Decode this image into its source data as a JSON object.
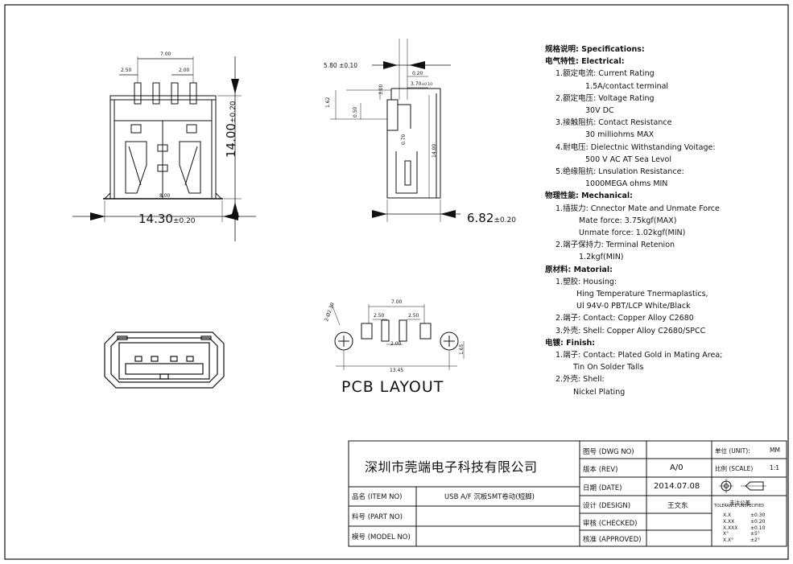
{
  "dims": {
    "front_top_700": "7.00",
    "front_250": "2.50",
    "front_200": "2.00",
    "front_height": "14.00",
    "front_height_tol": "±0.20",
    "front_width": "14.30",
    "front_width_tol": "±0.20",
    "front_inner_800": "8.00",
    "side_580": "5.80 ±0.10",
    "side_020": "0.20",
    "side_370": "3.70",
    "side_370_tol": "±0.10",
    "side_162": "1.62",
    "side_300": "3.00",
    "side_070": "0.70",
    "side_1400": "14.00",
    "side_050": "0.50",
    "side_depth": "6.82",
    "side_depth_tol": "±0.20",
    "pcb_700": "7.00",
    "pcb_250a": "2.50",
    "pcb_250b": "2.50",
    "pcb_hole": "2-Ø2.30",
    "pcb_200": "2.00",
    "pcb_165": "1.65",
    "pcb_1345": "13.45"
  },
  "pcb_title": "PCB LAYOUT",
  "specs": [
    {
      "text": "规格说明: Specifications:",
      "cls": "h"
    },
    {
      "text": "电气特性: Electrical:",
      "cls": "h"
    },
    {
      "text": "1.额定电流: Current Rating",
      "cls": "l2"
    },
    {
      "text": "1.5A/contact terminal",
      "cls": "l3"
    },
    {
      "text": "2.额定电压: Voltage Rating",
      "cls": "l2"
    },
    {
      "text": "30V DC",
      "cls": "l3"
    },
    {
      "text": "3.接触阻抗: Contact Resistance",
      "cls": "l2"
    },
    {
      "text": "30 milliohms MAX",
      "cls": "l3"
    },
    {
      "text": "4.耐电压: Dielectnic Withstanding Voitage:",
      "cls": "l2"
    },
    {
      "text": "500 V AC AT Sea Levol",
      "cls": "l3"
    },
    {
      "text": "5.绝缘阻抗: Lnsulation Resistance:",
      "cls": "l2"
    },
    {
      "text": "1000MEGA ohms MIN",
      "cls": "l3"
    },
    {
      "text": "物理性能: Mechanical:",
      "cls": "h"
    },
    {
      "text": "1.插拔力: Cnnector Mate and Unmate Force",
      "cls": "l2"
    },
    {
      "text": "Mate force: 3.75kgf(MAX)",
      "cls": "l3b"
    },
    {
      "text": "Unmate force: 1.02kgf(MIN)",
      "cls": "l3b"
    },
    {
      "text": "2.端子保持力: Terminal Retenion",
      "cls": "l2"
    },
    {
      "text": "1.2kgf(MIN)",
      "cls": "l3b"
    },
    {
      "text": "原材料: Matorial:",
      "cls": "h"
    },
    {
      "text": "1.塑胶: Housing:",
      "cls": "l2"
    },
    {
      "text": "Hing Temperature Tnermaplastics,",
      "cls": "l3c"
    },
    {
      "text": "Ul 94V-0 PBT/LCP White/Black",
      "cls": "l3c"
    },
    {
      "text": "2.端子: Contact: Copper Alloy C2680",
      "cls": "l2"
    },
    {
      "text": "3.外壳: Shell: Copper Alloy C2680/SPCC",
      "cls": "l2"
    },
    {
      "text": "电镀: Finish:",
      "cls": "h"
    },
    {
      "text": "1.端子: Contact: Plated Gold in Mating Area;",
      "cls": "l2"
    },
    {
      "text": "Tin On Solder Talls",
      "cls": "l3d"
    },
    {
      "text": "2.外壳: Shell:",
      "cls": "l2"
    },
    {
      "text": "Nickel Plating",
      "cls": "l3d"
    }
  ],
  "titleblock": {
    "company": "深圳市莞端电子科技有限公司",
    "item_no_label": "品名 (ITEM NO)",
    "item_no_value": "USB A/F 沉板SMT卷动(短脚)",
    "part_no_label": "料号 (PART NO)",
    "part_no_value": "",
    "model_no_label": "模号 (MODEL NO)",
    "model_no_value": "",
    "dwg_no_label": "图号 (DWG NO)",
    "dwg_no_value": "",
    "rev_label": "版本 (REV)",
    "rev_value": "A/0",
    "date_label": "日期 (DATE)",
    "date_value": "2014.07.08",
    "design_label": "设计 (DESIGN)",
    "design_value": "王文东",
    "checked_label": "审核 (CHECKED)",
    "checked_value": "",
    "approved_label": "核准 (APPROVED)",
    "approved_value": "",
    "unit_label": "单位 (UNIT):",
    "unit_value": "MM",
    "scale_label": "比例 (SCALE)",
    "scale_value": "1:1",
    "tol_title_cn": "未注公差",
    "tol_title_en": "TOLERANCE UNSPECIFIED",
    "tolerances": [
      {
        "k": "X.X",
        "v": "±0.30"
      },
      {
        "k": "X.XX",
        "v": "±0.20"
      },
      {
        "k": "X.XXX",
        "v": "±0.10"
      },
      {
        "k": "X°",
        "v": "±5°"
      },
      {
        "k": "X.X°",
        "v": "±2°"
      }
    ]
  }
}
